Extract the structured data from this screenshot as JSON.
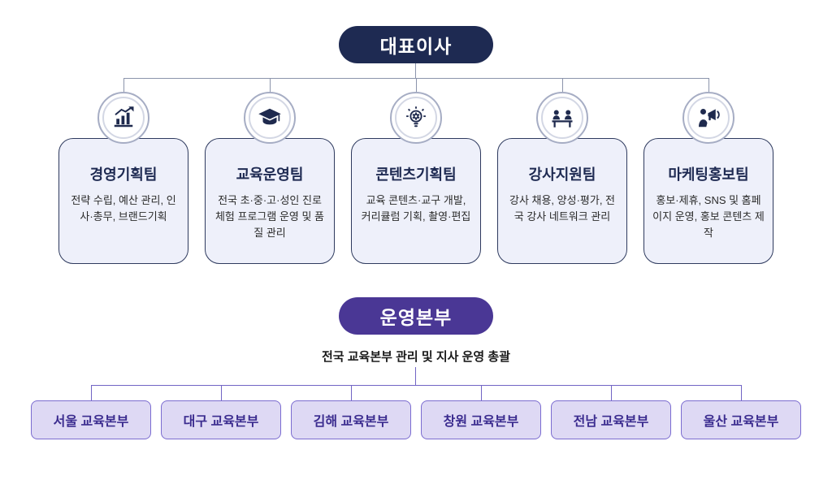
{
  "ceo": {
    "label": "대표이사"
  },
  "teams": [
    {
      "title": "경영기획팀",
      "desc": "전략 수립, 예산 관리, 인사·총무, 브랜드기획",
      "icon": "bar-chart-growth-icon"
    },
    {
      "title": "교육운영팀",
      "desc": "전국 초·중·고·성인 진로체험 프로그램 운영 및 품질 관리",
      "icon": "graduation-cap-icon"
    },
    {
      "title": "콘텐츠기획팀",
      "desc": "교육 콘텐츠·교구 개발, 커리큘럼 기획, 촬영·편집",
      "icon": "lightbulb-gear-icon"
    },
    {
      "title": "강사지원팀",
      "desc": "강사 채용, 양성·평가, 전국 강사 네트워크 관리",
      "icon": "interview-people-icon"
    },
    {
      "title": "마케팅홍보팀",
      "desc": "홍보·제휴, SNS 및 홈페이지 운영, 홍보 콘텐츠 제작",
      "icon": "megaphone-person-icon"
    }
  ],
  "operations": {
    "label": "운영본부",
    "subtitle": "전국 교육본부 관리 및 지사 운영 총괄"
  },
  "branches": [
    "서울 교육본부",
    "대구 교육본부",
    "김해 교육본부",
    "창원 교육본부",
    "전남 교육본부",
    "울산 교육본부"
  ],
  "colors": {
    "navy": "#1e2a52",
    "purple": "#4a3795",
    "card_bg": "#eef0fa",
    "branch_bg": "#ded9f4",
    "branch_text": "#3b2c8f"
  }
}
